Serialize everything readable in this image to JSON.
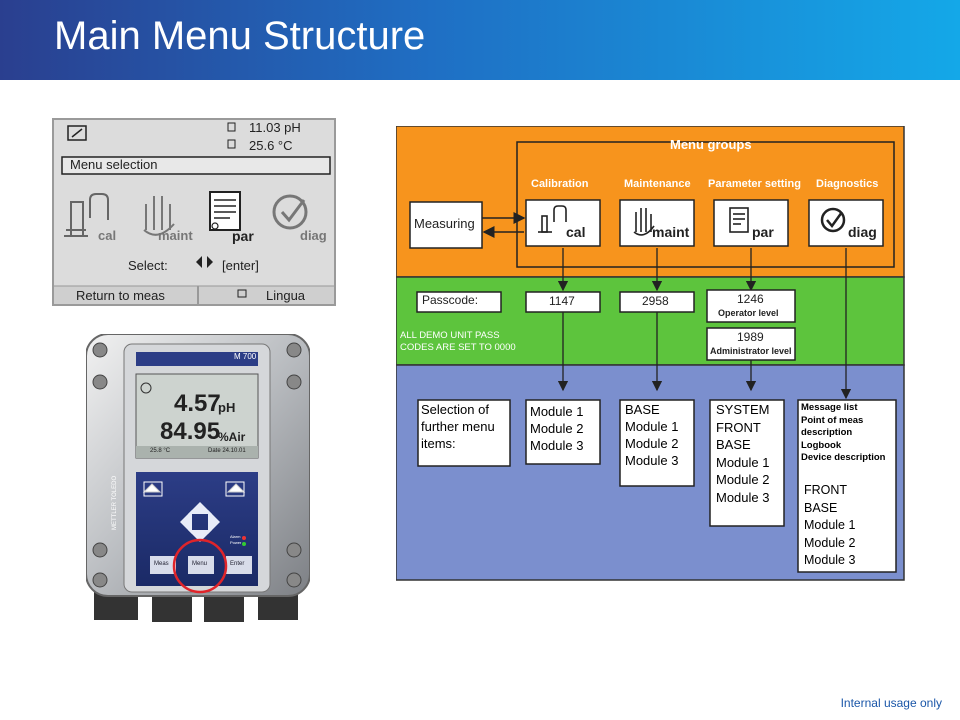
{
  "slide": {
    "title": "Main Menu Structure",
    "footer": "Internal  usage only"
  },
  "lcd": {
    "ph_value": "11.03 pH",
    "temp_value": "25.6 °C",
    "menu_bar": "Menu selection",
    "icons": [
      {
        "label": "cal",
        "icon": "calibration-icon"
      },
      {
        "label": "maint",
        "icon": "hand-icon"
      },
      {
        "label": "par",
        "icon": "document-icon"
      },
      {
        "label": "diag",
        "icon": "checkmark-icon"
      }
    ],
    "select_label": "Select:",
    "enter_label": "[enter]",
    "return_button": "Return to meas",
    "lingua_button": "Lingua"
  },
  "device": {
    "model": "M 700",
    "reading1": "4.57",
    "unit1": "pH",
    "reading2": "84.95",
    "unit2": "%Air",
    "status_left": "25.8 °C",
    "status_right": "Date 24.10.01",
    "brand": "METTLER TOLEDO",
    "btn_meas": "Meas",
    "btn_menu": "Menu",
    "btn_enter": "Enter",
    "led_alarm": "Alarm",
    "led_power": "Power"
  },
  "flow": {
    "menu_groups": "Menu groups",
    "group_labels": [
      "Calibration",
      "Maintenance",
      "Parameter setting",
      "Diagnostics"
    ],
    "group_icons": [
      "cal",
      "maint",
      "par",
      "diag"
    ],
    "measuring": "Measuring",
    "passcode_label": "Passcode:",
    "codes": [
      "1147",
      "2958",
      "1246"
    ],
    "operator": "Operator level",
    "admin_code": "1989",
    "admin": "Administrator level",
    "demo_note_line1": "ALL DEMO UNIT PASS",
    "demo_note_line2": "CODES ARE SET TO 0000",
    "further": [
      "Selection of",
      "further menu",
      "items:"
    ],
    "cal_items": [
      "Module 1",
      "Module 2",
      "Module 3"
    ],
    "maint_items": [
      "BASE",
      "Module 1",
      "Module 2",
      "Module 3"
    ],
    "par_items": [
      "SYSTEM",
      "FRONT",
      "BASE",
      "Module 1",
      "Module 2",
      "Module 3"
    ],
    "diag_items_small": [
      "Message list",
      "Point of meas",
      "description",
      "Logbook",
      "Device description"
    ],
    "diag_items_large": [
      "FRONT",
      "BASE",
      "Module 1",
      "Module 2",
      "Module 3"
    ]
  },
  "colors": {
    "orange": "#f7941d",
    "green": "#5dc43d",
    "blue": "#7b8fce",
    "highlight_circle": "#e0242a"
  }
}
